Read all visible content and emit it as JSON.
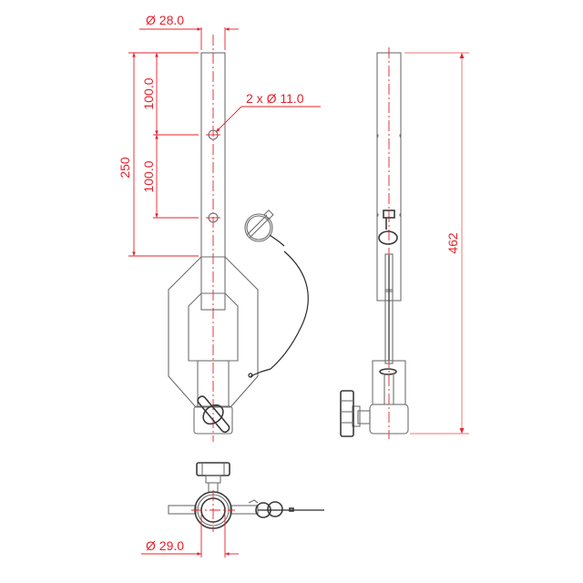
{
  "drawing": {
    "title": "Spigot clamp with safety pin — technical drawing",
    "colors": {
      "dimension": "#e8202a",
      "part_outline": "#6e6e6e",
      "cable": "#2a2a2a",
      "background": "#ffffff"
    },
    "views": {
      "front": {
        "dimensions": {
          "tube_diameter": "Ø 28.0",
          "hole_spacing_top": "100.0",
          "hole_spacing_bottom": "100.0",
          "spigot_length": "250",
          "holes_callout": "2 x Ø 11.0"
        }
      },
      "side": {
        "dimensions": {
          "overall_height": "462"
        }
      },
      "bottom": {
        "dimensions": {
          "clamp_diameter": "Ø 29.0"
        }
      }
    }
  }
}
